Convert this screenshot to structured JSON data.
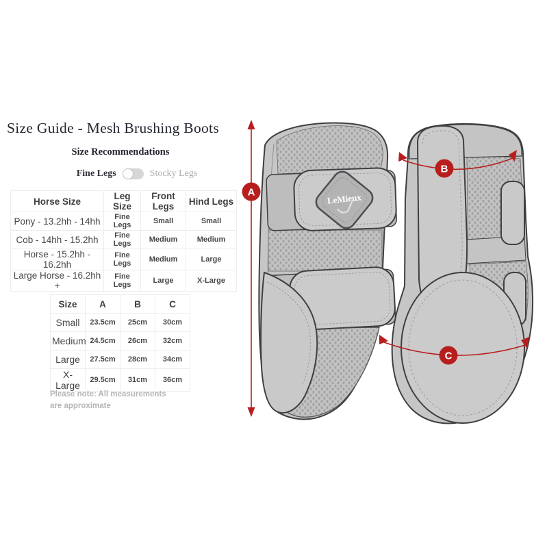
{
  "title": "Size Guide - Mesh Brushing Boots",
  "subtitle": "Size Recommendations",
  "toggle": {
    "left_label": "Fine Legs",
    "right_label": "Stocky Legs",
    "selected": "Fine Legs"
  },
  "recommendation_table": {
    "headers": [
      "Horse Size",
      "Leg Size",
      "Front Legs",
      "Hind Legs"
    ],
    "rows": [
      [
        "Pony - 13.2hh - 14hh",
        "Fine Legs",
        "Small",
        "Small"
      ],
      [
        "Cob - 14hh - 15.2hh",
        "Fine Legs",
        "Medium",
        "Medium"
      ],
      [
        "Horse - 15.2hh - 16.2hh",
        "Fine Legs",
        "Medium",
        "Large"
      ],
      [
        "Large Horse - 16.2hh +",
        "Fine Legs",
        "Large",
        "X-Large"
      ]
    ]
  },
  "measurement_table": {
    "headers": [
      "Size",
      "A",
      "B",
      "C"
    ],
    "rows": [
      [
        "Small",
        "23.5cm",
        "25cm",
        "30cm"
      ],
      [
        "Medium",
        "24.5cm",
        "26cm",
        "32cm"
      ],
      [
        "Large",
        "27.5cm",
        "28cm",
        "34cm"
      ],
      [
        "X-Large",
        "29.5cm",
        "31cm",
        "36cm"
      ]
    ]
  },
  "note": "Please note: All measurements are approximate",
  "diagram": {
    "markers": {
      "a": "A",
      "b": "B",
      "c": "C"
    },
    "logo_text": "LeMieux"
  },
  "colors": {
    "accent_red": "#b91e1e",
    "title_text": "#242731",
    "muted_text": "#b5b5b5",
    "boot_fill": "#c6c6c6",
    "boot_outline": "#3f3f3f",
    "table_border": "#ededed"
  }
}
